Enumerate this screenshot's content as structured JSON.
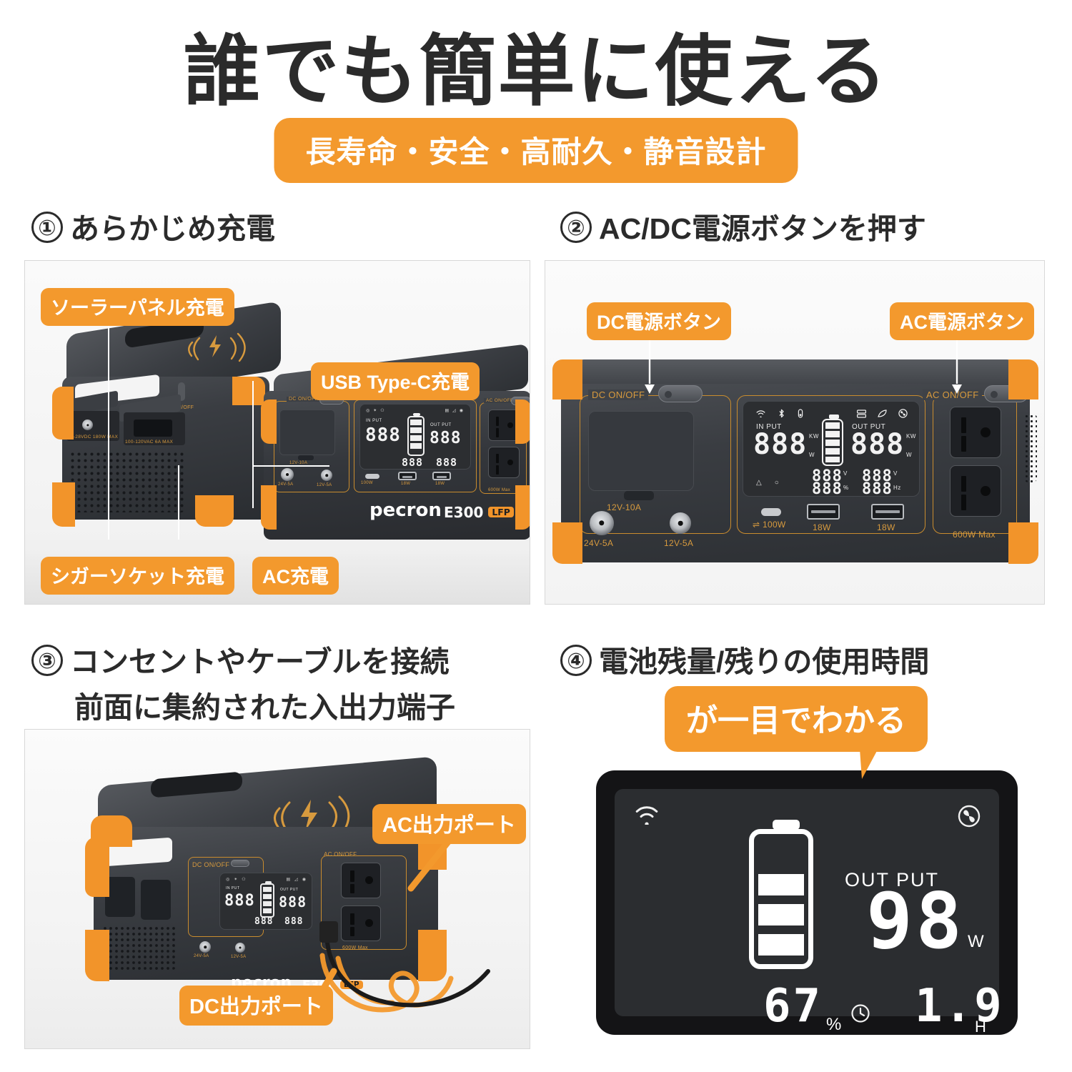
{
  "header": {
    "title": "誰でも簡単に使える",
    "badge": "長寿命・安全・高耐久・静音設計"
  },
  "sections": [
    {
      "num": "①",
      "line1": "あらかじめ充電",
      "line2": ""
    },
    {
      "num": "②",
      "line1": "AC/DC電源ボタンを押す",
      "line2": ""
    },
    {
      "num": "③",
      "line1": "コンセントやケーブルを接続",
      "line2": "前面に集約された入出力端子"
    },
    {
      "num": "④",
      "line1": "電池残量/残りの使用時間",
      "line2": ""
    }
  ],
  "panel1": {
    "callouts": {
      "solar": "ソーラーパネル充電",
      "usbc": "USB Type-C充電",
      "cigar": "シガーソケット充電",
      "ac": "AC充電"
    },
    "device": {
      "brand": "pecron",
      "model": "E300",
      "variant": "LFP",
      "dc_switch": "DC ON/OFF",
      "ac_switch": "AC ON/OFF",
      "light_switch": "ON/OFF",
      "dc_in": "12-28VDC 180W MAX",
      "ac_in": "100-120VAC 6A MAX",
      "port_12v10a": "12V-10A",
      "port_24v5a": "24V-5A",
      "port_12v5a": "12V-5A",
      "port_usbc": "100W",
      "port_usb1": "18W",
      "port_usb2": "18W",
      "ac_max": "600W Max"
    }
  },
  "panel2": {
    "callouts": {
      "dc_button": "DC電源ボタン",
      "ac_button": "AC電源ボタン"
    },
    "device": {
      "dc_switch": "DC ON/OFF",
      "ac_switch": "AC ON/OFF",
      "port_12v10a": "12V-10A",
      "port_24v5a": "24V-5A",
      "port_12v5a": "12V-5A",
      "port_usbc": "100W",
      "port_usb1": "18W",
      "port_usb2": "18W",
      "ac_max": "600W Max"
    },
    "lcd": {
      "input_label": "IN PUT",
      "output_label": "OUT PUT",
      "input_value": "888",
      "output_value": "888",
      "unit_kw": "KW",
      "unit_w": "W",
      "volt_value": "888",
      "unit_v": "V",
      "pct_value": "888",
      "unit_pct": "%",
      "volt2_value": "888",
      "unit_v2": "V",
      "hz_value": "888",
      "unit_hz": "Hz"
    }
  },
  "panel3": {
    "callouts": {
      "ac_out": "AC出力ポート",
      "dc_out": "DC出力ポート"
    },
    "device": {
      "brand": "pecron",
      "model": "E300",
      "variant": "LFP",
      "dc_switch": "DC ON/OFF",
      "ac_switch": "AC ON/OFF",
      "port_24v5a": "24V-5A",
      "port_12v5a": "12V-5A",
      "ac_max": "600W Max"
    }
  },
  "panel4": {
    "bubble": "が一目でわかる",
    "lcd": {
      "output_label": "OUT PUT",
      "output_value": "98",
      "output_unit": "W",
      "battery_pct": "67",
      "pct_unit": "%",
      "hours_value": "1.9",
      "hours_unit": "H",
      "battery_bars_filled": 3,
      "battery_bars_total": 5,
      "icons": [
        "wifi-icon",
        "fan-icon",
        "clock-icon"
      ]
    }
  },
  "colors": {
    "accent_orange": "#F3992D",
    "corner_orange": "#F2942A",
    "text_dark": "#2b2b2b",
    "trace_gold": "#C98C2E",
    "lcd_bg": "#2b2d30",
    "device_dark": "#35383d"
  }
}
